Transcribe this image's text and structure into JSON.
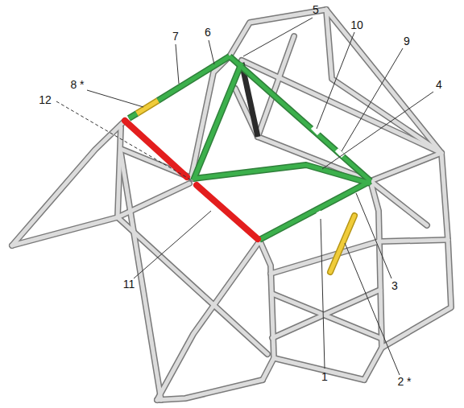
{
  "diagram": {
    "labels": [
      "5",
      "10",
      "6",
      "9",
      "7",
      "4",
      "8 *",
      "12",
      "11",
      "3",
      "1",
      "2 *"
    ]
  }
}
